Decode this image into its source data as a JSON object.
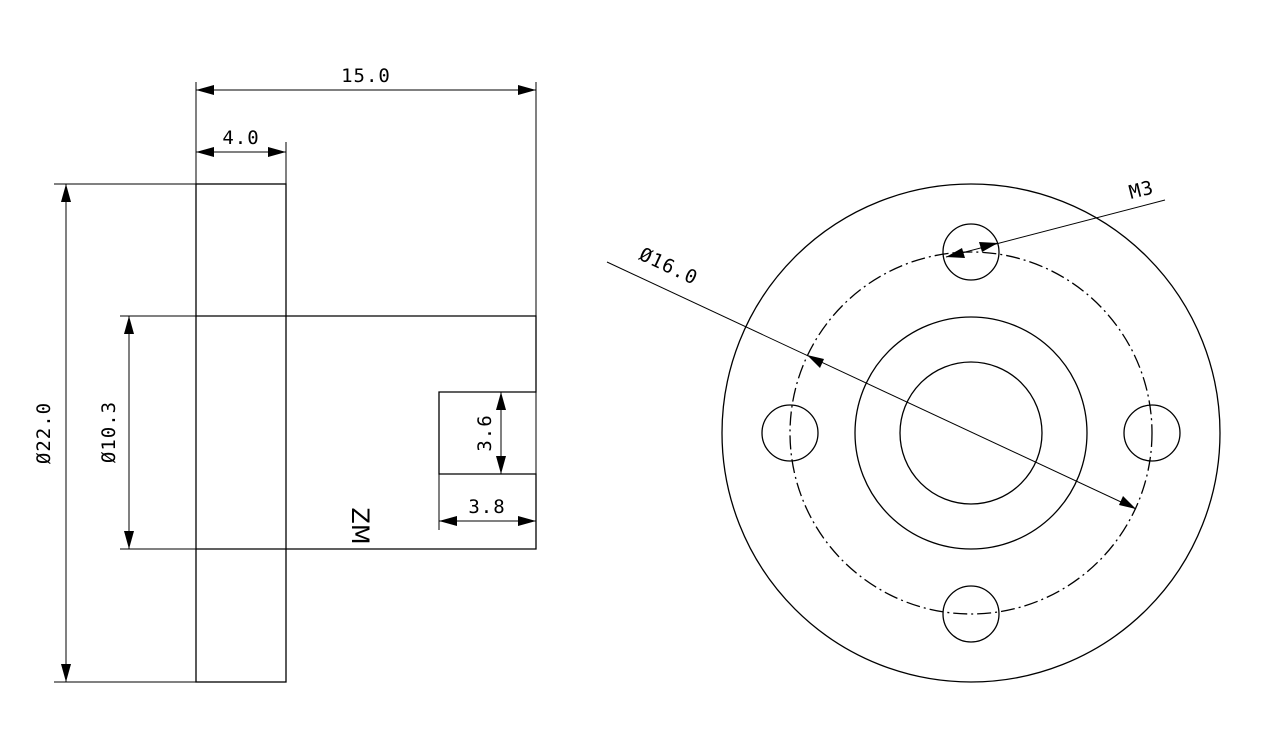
{
  "side_view": {
    "dim_overall_length": "15.0",
    "dim_flange_thickness": "4.0",
    "dim_flange_diameter": "Ø22.0",
    "dim_body_diameter": "Ø10.3",
    "dim_slot_height": "3.6",
    "dim_slot_depth": "3.8",
    "marking": "ZM"
  },
  "front_view": {
    "dim_bolt_circle": "Ø16.0",
    "hole_thread": "M3"
  }
}
